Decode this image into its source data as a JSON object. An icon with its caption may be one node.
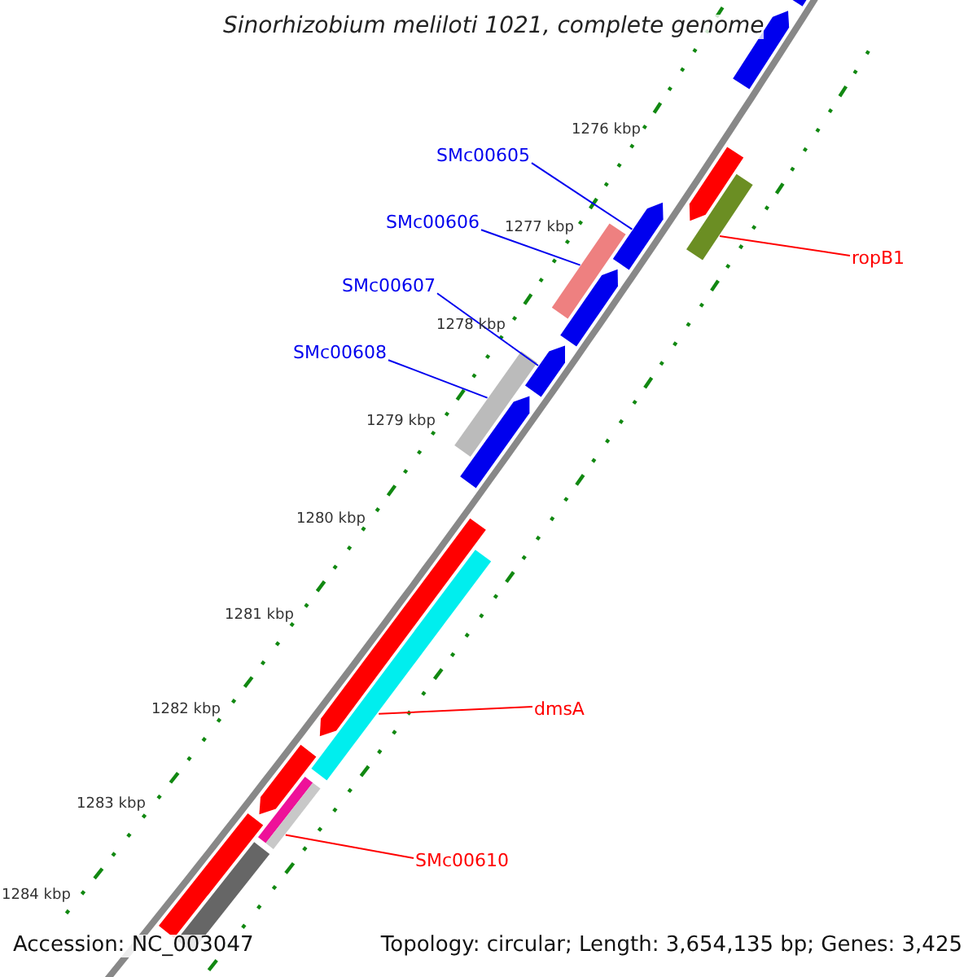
{
  "diagram": {
    "title": "Sinorhizobium meliloti 1021, complete genome",
    "nodes": [
      {
        "text": [
          "SMc00605"
        ]
      },
      {
        "text": [
          "SMc00606"
        ]
      },
      {
        "text": [
          "SMc00607"
        ]
      },
      {
        "text": [
          "SMc00608"
        ]
      },
      {
        "text": [
          "ropB1"
        ]
      },
      {
        "text": [
          "dmsA"
        ]
      },
      {
        "text": [
          "SMc00610"
        ]
      },
      {
        "text": [],
        "shape": "arrow"
      },
      {
        "text": [],
        "shape": "arrow"
      },
      {
        "text": [],
        "shape": "arrow"
      },
      {
        "text": [],
        "shape": "bar"
      },
      {
        "text": [],
        "shape": "arrow"
      },
      {
        "text": [],
        "shape": "bar"
      },
      {
        "text": [],
        "shape": "arrow"
      },
      {
        "text": [],
        "shape": "arrow"
      },
      {
        "text": [],
        "shape": "bar"
      },
      {
        "text": [],
        "shape": "arrow"
      },
      {
        "text": [],
        "shape": "arrow"
      },
      {
        "text": [],
        "shape": "bar"
      },
      {
        "text": [],
        "shape": "arrow"
      },
      {
        "text": [],
        "shape": "bar"
      },
      {
        "text": [],
        "shape": "bar"
      },
      {
        "text": [],
        "shape": "bar"
      },
      {
        "text": [],
        "shape": "bar"
      }
    ],
    "edges": [
      {
        "from": 0,
        "to": 11,
        "arrow": "none"
      },
      {
        "from": 1,
        "to": 12,
        "arrow": "none"
      },
      {
        "from": 2,
        "to": 14,
        "arrow": "none"
      },
      {
        "from": 3,
        "to": 15,
        "arrow": "none"
      },
      {
        "from": 4,
        "to": 10,
        "arrow": "none",
        "color": "#ff0000"
      },
      {
        "from": 5,
        "to": 18,
        "arrow": "none",
        "color": "#ff0000"
      },
      {
        "from": 6,
        "to": 21,
        "arrow": "none",
        "color": "#ff0000"
      }
    ],
    "labels": [
      "1276 kbp",
      "1277 kbp",
      "1278 kbp",
      "1279 kbp",
      "1280 kbp",
      "1281 kbp",
      "1282 kbp",
      "1283 kbp",
      "1284 kbp",
      "Accession: NC_003047",
      "Topology: circular; Length: 3,654,135 bp; Genes: 3,425"
    ]
  }
}
